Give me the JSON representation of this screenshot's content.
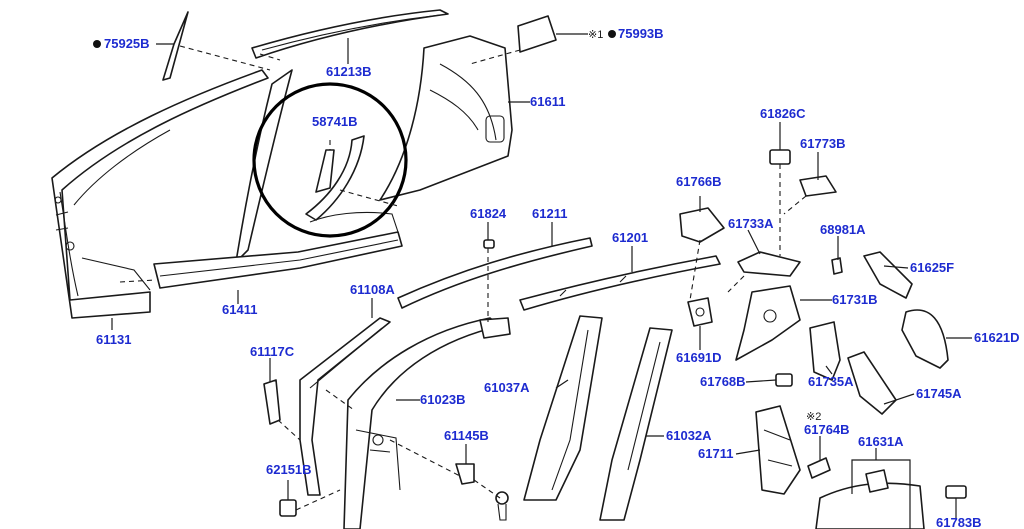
{
  "colors": {
    "callout": "#1d2bd0",
    "line": "#1a1a1a",
    "circle": "#000000"
  },
  "notes": {
    "mark1": "※1",
    "mark2": "※2"
  },
  "callouts": {
    "c75925B": "75925B",
    "c61213B": "61213B",
    "c75993B": "75993B",
    "c61611": "61611",
    "c58741B": "58741B",
    "c61131": "61131",
    "c61411": "61411",
    "c61824": "61824",
    "c61211": "61211",
    "c61201": "61201",
    "c61826C": "61826C",
    "c61773B": "61773B",
    "c61766B": "61766B",
    "c61733A": "61733A",
    "c68981A": "68981A",
    "c61625F": "61625F",
    "c61108A": "61108A",
    "c61731B": "61731B",
    "c61621D": "61621D",
    "c61117C": "61117C",
    "c61691D": "61691D",
    "c61768B": "61768B",
    "c61735A": "61735A",
    "c61745A": "61745A",
    "c61037A": "61037A",
    "c61023B": "61023B",
    "c61145B": "61145B",
    "c61032A": "61032A",
    "c61711": "61711",
    "c61764B": "61764B",
    "c61631A": "61631A",
    "c62151B": "62151B",
    "c61783B": "61783B"
  }
}
